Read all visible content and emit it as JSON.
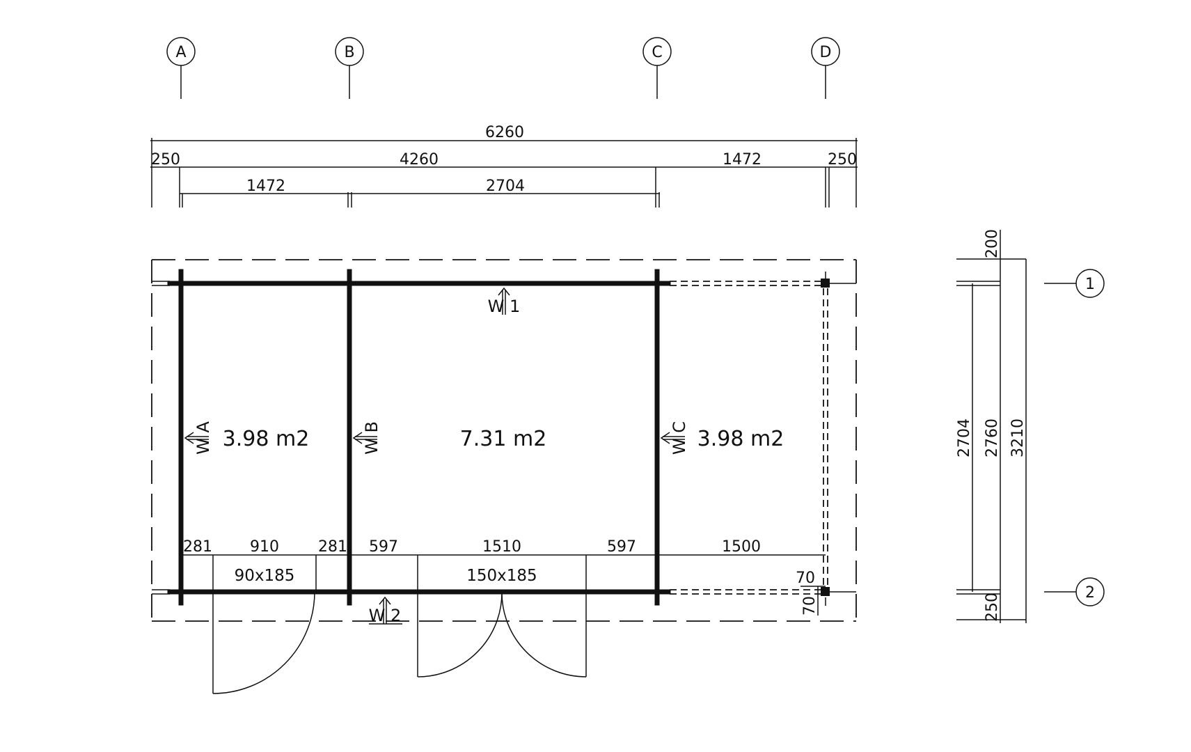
{
  "grid_columns": [
    "A",
    "B",
    "C",
    "D"
  ],
  "grid_rows": [
    "1",
    "2"
  ],
  "dimensions_top": {
    "overall": "6260",
    "row2": [
      "250",
      "4260",
      "1472",
      "250"
    ],
    "row3": [
      "1472",
      "2704"
    ]
  },
  "rooms": [
    {
      "area": "3.98 m2"
    },
    {
      "area": "7.31 m2"
    },
    {
      "area": "3.98 m2"
    }
  ],
  "wall_labels": {
    "w1": "W 1",
    "w2": "W 2",
    "wa": "W A",
    "wb": "W B",
    "wc": "W C"
  },
  "openings_dims": [
    "281",
    "910",
    "281",
    "597",
    "1510",
    "597",
    "1500"
  ],
  "doors": {
    "single": "90x185",
    "double": "150x185"
  },
  "post_dims": [
    "70",
    "70"
  ],
  "side_section": {
    "top": "200",
    "inner": "2704",
    "mid": "2760",
    "overall": "3210",
    "bottom": "250"
  }
}
